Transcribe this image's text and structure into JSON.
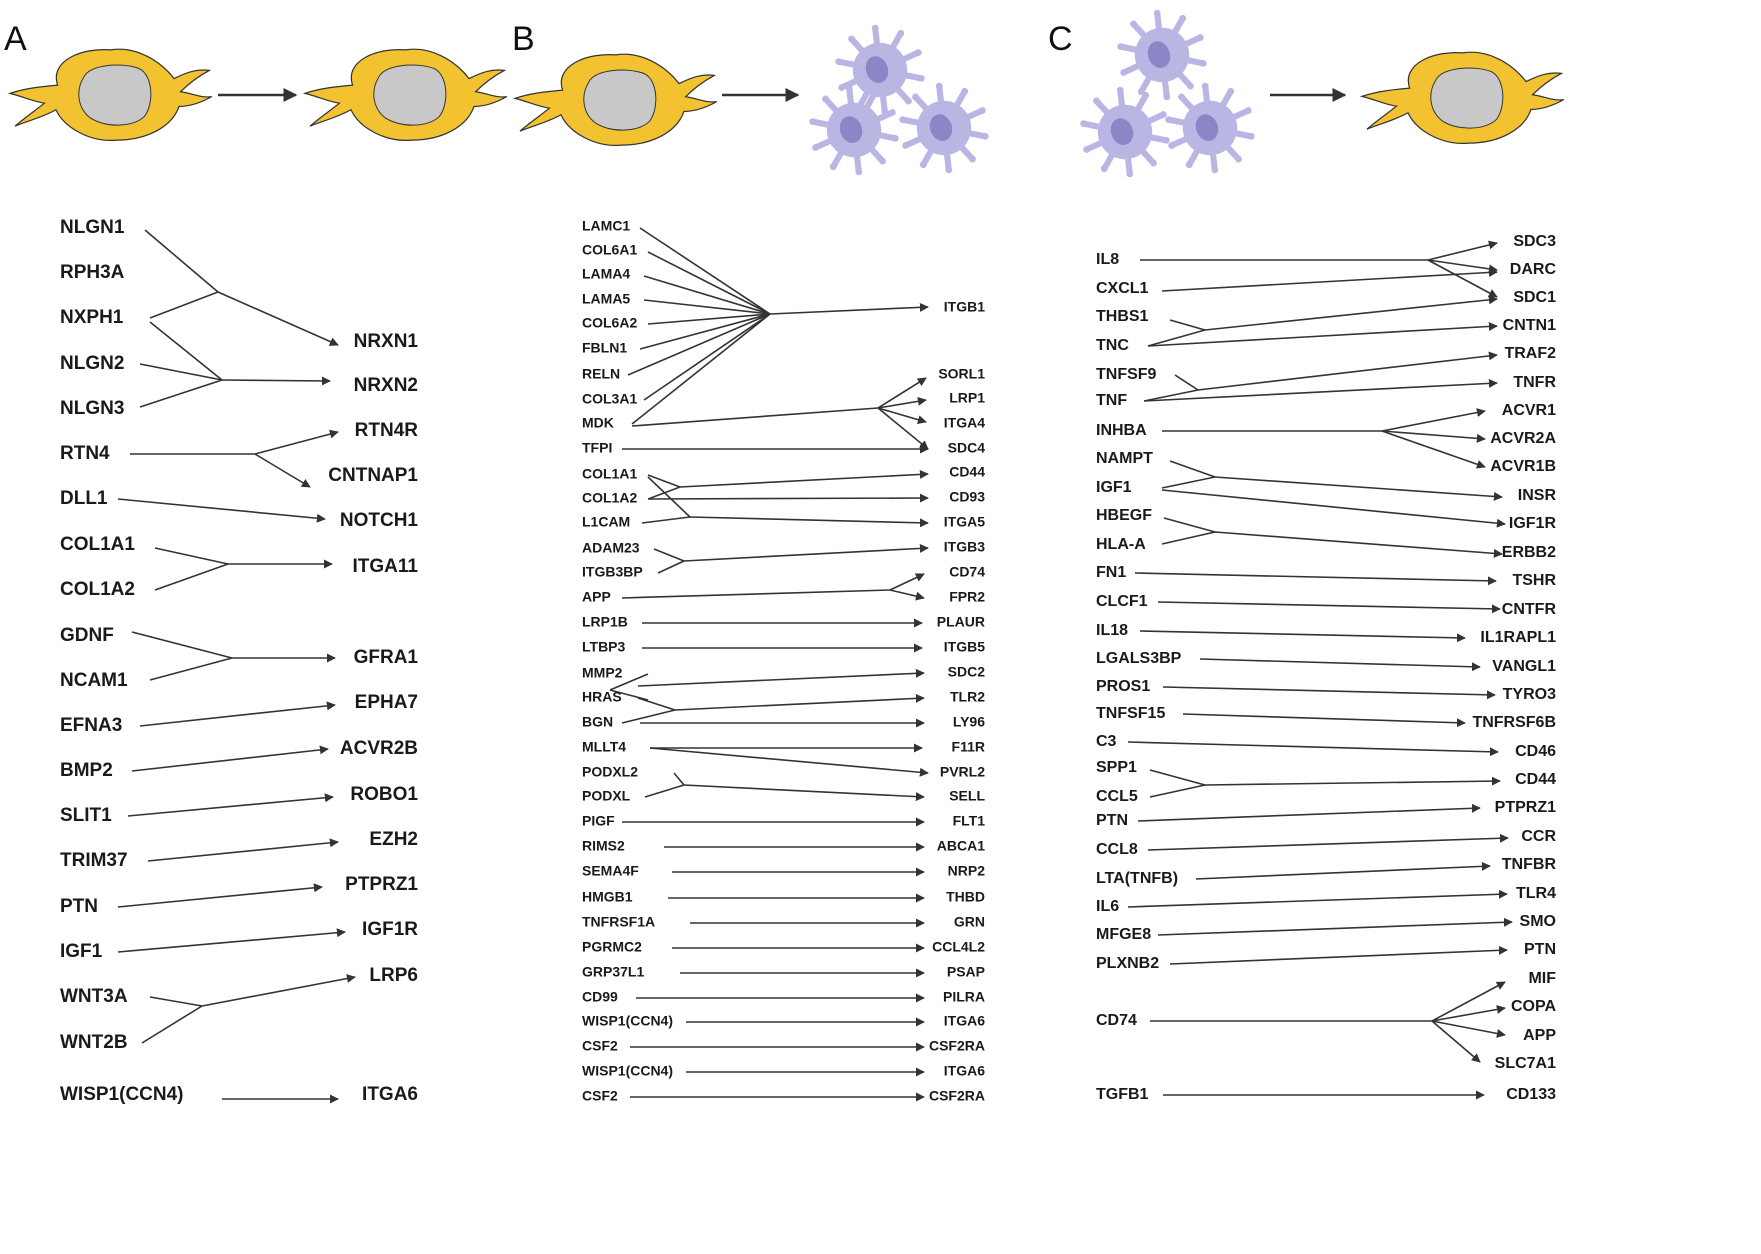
{
  "colors": {
    "line": "#333333",
    "text": "#1a1a1a",
    "cell_body": "#f2c230",
    "cell_outline": "#333333",
    "nucleus": "#c8c8c8",
    "immune_cell": "#b9b6e4",
    "immune_nucleus": "#8b86c6"
  },
  "panels": [
    {
      "letter": "A",
      "illustration": [
        "glial-cell-icon",
        "arrow-icon",
        "glial-cell-icon"
      ],
      "links": [
        {
          "ligands": [
            "NLGN1",
            "NXPH1"
          ],
          "receptors": [
            "NRXN1"
          ]
        },
        {
          "ligands": [
            "NXPH1",
            "RPH3A"
          ],
          "receptors": [
            "NRXN2"
          ]
        },
        {
          "ligands": [
            "NLGN2",
            "NLGN3"
          ],
          "receptors": [
            "NRXN2"
          ]
        },
        {
          "ligands": [
            "RTN4"
          ],
          "receptors": [
            "RTN4R",
            "CNTNAP1"
          ]
        },
        {
          "ligands": [
            "DLL1"
          ],
          "receptors": [
            "NOTCH1"
          ]
        },
        {
          "ligands": [
            "COL1A1",
            "COL1A2"
          ],
          "receptors": [
            "ITGA11"
          ]
        },
        {
          "ligands": [
            "GDNF",
            "NCAM1"
          ],
          "receptors": [
            "GFRA1"
          ]
        },
        {
          "ligands": [
            "EFNA3"
          ],
          "receptors": [
            "EPHA7"
          ]
        },
        {
          "ligands": [
            "BMP2"
          ],
          "receptors": [
            "ACVR2B"
          ]
        },
        {
          "ligands": [
            "SLIT1"
          ],
          "receptors": [
            "ROBO1"
          ]
        },
        {
          "ligands": [
            "TRIM37"
          ],
          "receptors": [
            "EZH2"
          ]
        },
        {
          "ligands": [
            "PTN"
          ],
          "receptors": [
            "PTPRZ1"
          ]
        },
        {
          "ligands": [
            "IGF1"
          ],
          "receptors": [
            "IGF1R"
          ]
        },
        {
          "ligands": [
            "WNT3A",
            "WNT2B"
          ],
          "receptors": [
            "LRP6"
          ]
        },
        {
          "ligands": [
            "WISP1(CCN4)"
          ],
          "receptors": [
            "ITGA6"
          ]
        }
      ]
    },
    {
      "letter": "B",
      "illustration": [
        "glial-cell-icon",
        "arrow-icon",
        "immune-cell-cluster-icon"
      ],
      "links": [
        {
          "ligands": [
            "LAMC1",
            "COL6A1",
            "LAMA4",
            "LAMA5",
            "COL6A2",
            "FBLN1",
            "RELN",
            "COL3A1",
            "MDK"
          ],
          "receptors": [
            "ITGB1"
          ]
        },
        {
          "ligands": [
            "MDK"
          ],
          "receptors": [
            "SORL1",
            "LRP1",
            "ITGA4",
            "SDC4"
          ]
        },
        {
          "ligands": [
            "TFPI"
          ],
          "receptors": [
            "SDC4"
          ]
        },
        {
          "ligands": [
            "COL1A1",
            "COL1A2"
          ],
          "receptors": [
            "CD44"
          ]
        },
        {
          "ligands": [
            "COL1A2"
          ],
          "receptors": [
            "CD93"
          ]
        },
        {
          "ligands": [
            "COL1A1",
            "L1CAM"
          ],
          "receptors": [
            "ITGA5"
          ]
        },
        {
          "ligands": [
            "ADAM23",
            "ITGB3BP"
          ],
          "receptors": [
            "ITGB3"
          ]
        },
        {
          "ligands": [
            "APP"
          ],
          "receptors": [
            "CD74",
            "FPR2"
          ]
        },
        {
          "ligands": [
            "LRP1B"
          ],
          "receptors": [
            "PLAUR"
          ]
        },
        {
          "ligands": [
            "LTBP3"
          ],
          "receptors": [
            "ITGB5"
          ]
        },
        {
          "ligands": [
            "MMP2",
            "HRAS"
          ],
          "receptors": [
            "SDC2"
          ]
        },
        {
          "ligands": [
            "HRAS",
            "BGN"
          ],
          "receptors": [
            "TLR2"
          ]
        },
        {
          "ligands": [
            "HRAS",
            "BGN"
          ],
          "receptors": [
            "LY96"
          ]
        },
        {
          "ligands": [
            "MLLT4"
          ],
          "receptors": [
            "F11R",
            "PVRL2"
          ]
        },
        {
          "ligands": [
            "PODXL2",
            "PODXL"
          ],
          "receptors": [
            "SELL"
          ]
        },
        {
          "ligands": [
            "PIGF"
          ],
          "receptors": [
            "FLT1"
          ]
        },
        {
          "ligands": [
            "RIMS2"
          ],
          "receptors": [
            "ABCA1"
          ]
        },
        {
          "ligands": [
            "SEMA4F"
          ],
          "receptors": [
            "NRP2"
          ]
        },
        {
          "ligands": [
            "HMGB1"
          ],
          "receptors": [
            "THBD"
          ]
        },
        {
          "ligands": [
            "TNFRSF1A"
          ],
          "receptors": [
            "GRN"
          ]
        },
        {
          "ligands": [
            "PGRMC2"
          ],
          "receptors": [
            "CCL4L2"
          ]
        },
        {
          "ligands": [
            "GRP37L1"
          ],
          "receptors": [
            "PSAP"
          ]
        },
        {
          "ligands": [
            "CD99"
          ],
          "receptors": [
            "PILRA"
          ]
        },
        {
          "ligands": [
            "WISP1(CCN4)"
          ],
          "receptors": [
            "ITGA6"
          ]
        },
        {
          "ligands": [
            "CSF2"
          ],
          "receptors": [
            "CSF2RA"
          ]
        },
        {
          "ligands": [
            "WISP1(CCN4)"
          ],
          "receptors": [
            "ITGA6"
          ]
        },
        {
          "ligands": [
            "CSF2"
          ],
          "receptors": [
            "CSF2RA"
          ]
        }
      ]
    },
    {
      "letter": "C",
      "illustration": [
        "immune-cell-cluster-icon",
        "arrow-icon",
        "glial-cell-icon"
      ],
      "links": [
        {
          "ligands": [
            "IL8"
          ],
          "receptors": [
            "SDC3",
            "DARC",
            "SDC1"
          ]
        },
        {
          "ligands": [
            "CXCL1"
          ],
          "receptors": [
            "DARC"
          ]
        },
        {
          "ligands": [
            "THBS1",
            "TNC"
          ],
          "receptors": [
            "SDC1"
          ]
        },
        {
          "ligands": [
            "TNC"
          ],
          "receptors": [
            "CNTN1"
          ]
        },
        {
          "ligands": [
            "TNFSF9",
            "TNF"
          ],
          "receptors": [
            "TRAF2"
          ]
        },
        {
          "ligands": [
            "TNF"
          ],
          "receptors": [
            "TNFR"
          ]
        },
        {
          "ligands": [
            "INHBA"
          ],
          "receptors": [
            "ACVR1",
            "ACVR2A",
            "ACVR1B"
          ]
        },
        {
          "ligands": [
            "NAMPT",
            "IGF1"
          ],
          "receptors": [
            "INSR"
          ]
        },
        {
          "ligands": [
            "IGF1"
          ],
          "receptors": [
            "IGF1R"
          ]
        },
        {
          "ligands": [
            "HBEGF",
            "HLA-A"
          ],
          "receptors": [
            "ERBB2"
          ]
        },
        {
          "ligands": [
            "FN1"
          ],
          "receptors": [
            "TSHR"
          ]
        },
        {
          "ligands": [
            "CLCF1"
          ],
          "receptors": [
            "CNTFR"
          ]
        },
        {
          "ligands": [
            "IL18"
          ],
          "receptors": [
            "IL1RAPL1"
          ]
        },
        {
          "ligands": [
            "LGALS3BP"
          ],
          "receptors": [
            "VANGL1"
          ]
        },
        {
          "ligands": [
            "PROS1"
          ],
          "receptors": [
            "TYRO3"
          ]
        },
        {
          "ligands": [
            "TNFSF15"
          ],
          "receptors": [
            "TNFRSF6B"
          ]
        },
        {
          "ligands": [
            "C3"
          ],
          "receptors": [
            "CD46"
          ]
        },
        {
          "ligands": [
            "SPP1",
            "CCL5"
          ],
          "receptors": [
            "CD44"
          ]
        },
        {
          "ligands": [
            "PTN"
          ],
          "receptors": [
            "PTPRZ1"
          ]
        },
        {
          "ligands": [
            "CCL8"
          ],
          "receptors": [
            "CCR"
          ]
        },
        {
          "ligands": [
            "LTA(TNFB)"
          ],
          "receptors": [
            "TNFBR"
          ]
        },
        {
          "ligands": [
            "IL6"
          ],
          "receptors": [
            "TLR4"
          ]
        },
        {
          "ligands": [
            "MFGE8"
          ],
          "receptors": [
            "SMO"
          ]
        },
        {
          "ligands": [
            "PLXNB2"
          ],
          "receptors": [
            "PTN"
          ]
        },
        {
          "ligands": [
            "CD74"
          ],
          "receptors": [
            "MIF",
            "COPA",
            "APP",
            "SLC7A1"
          ]
        },
        {
          "ligands": [
            "TGFB1"
          ],
          "receptors": [
            "CD133"
          ]
        }
      ]
    }
  ]
}
